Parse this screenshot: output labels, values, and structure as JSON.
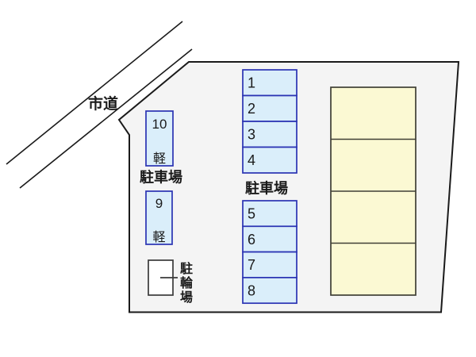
{
  "road": {
    "label": "市道"
  },
  "site": {
    "fill": "#f4f4f4",
    "outline_color": "#1a1a1a"
  },
  "building": {
    "fill": "#fbf9d3",
    "border_color": "#3f3f35",
    "units": 4
  },
  "parking": {
    "area_label_kei": "駐車場",
    "area_label_main": "駐車場",
    "space_fill": "#daeefa",
    "space_border_color": "#2a33b3",
    "row1_numbers": [
      "1",
      "2",
      "3",
      "4"
    ],
    "row2_numbers": [
      "5",
      "6",
      "7",
      "8"
    ],
    "kei_spaces": [
      {
        "number": "10",
        "size_label": "軽"
      },
      {
        "number": "9",
        "size_label": "軽"
      }
    ]
  },
  "bicycle_parking": {
    "label": "駐輪場",
    "chars": [
      "駐",
      "輪",
      "場"
    ]
  }
}
